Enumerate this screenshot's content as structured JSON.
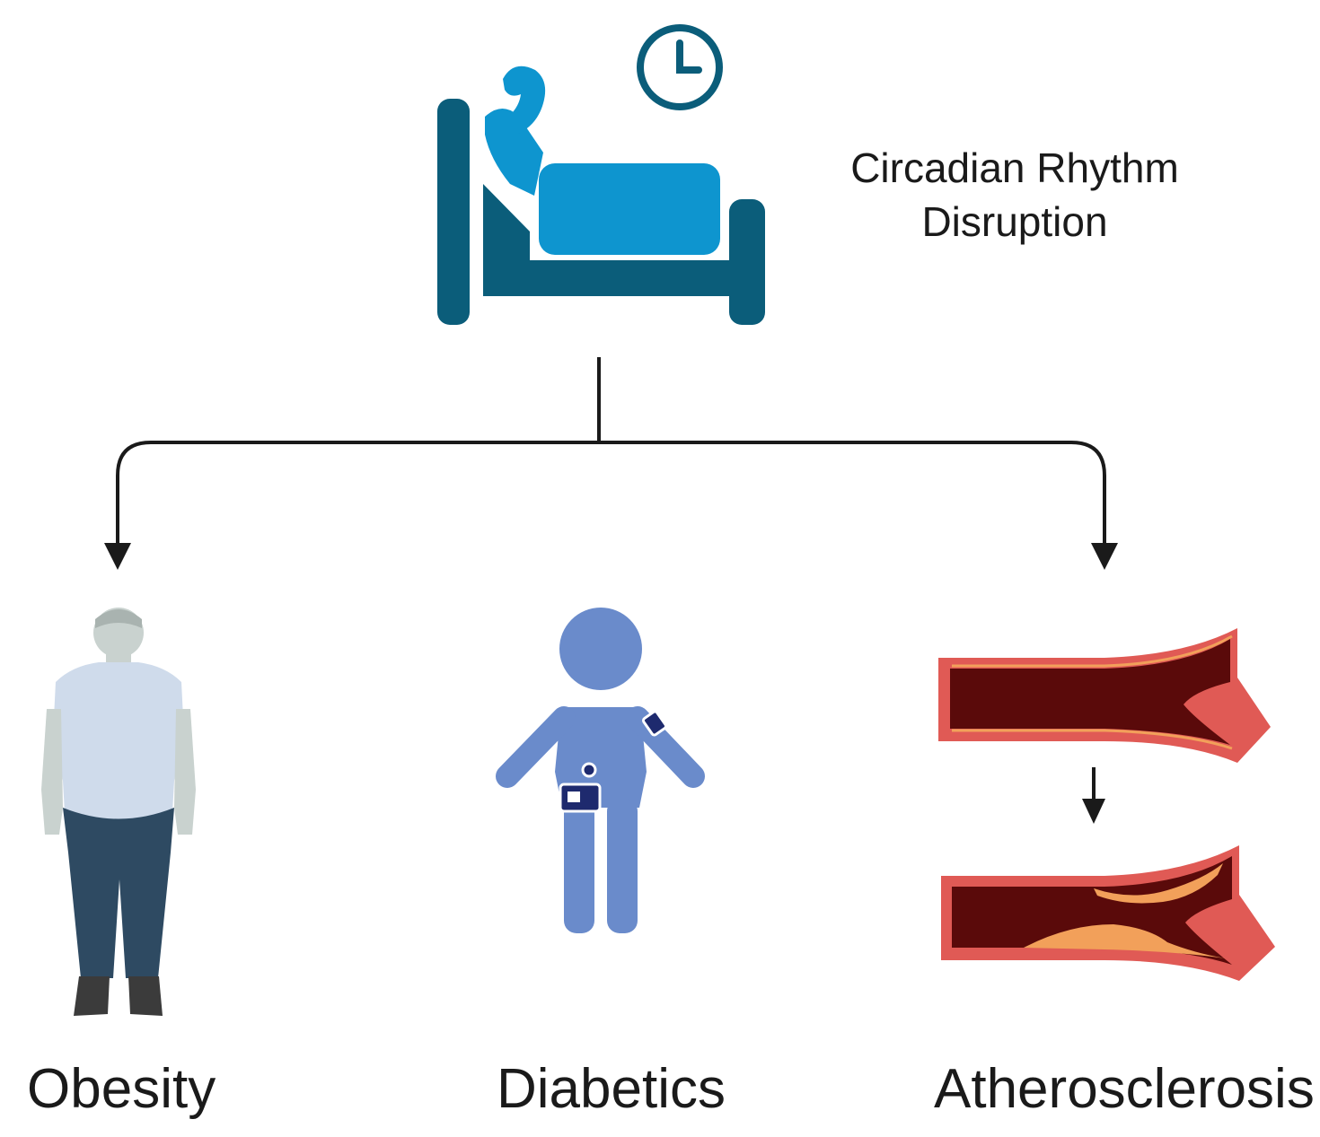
{
  "title": {
    "line1": "Circadian Rhythm",
    "line2": "Disruption"
  },
  "outcomes": {
    "obesity": "Obesity",
    "diabetics": "Diabetics",
    "atherosclerosis": "Atherosclerosis"
  },
  "icons": {
    "bed": "sleepless-person-in-bed-icon",
    "clock": "clock-icon",
    "obesity": "obese-person-icon",
    "diabetics": "person-with-insulin-pump-icon",
    "vessel_healthy": "healthy-artery-icon",
    "vessel_plaque": "plaque-artery-icon"
  },
  "colors": {
    "bed_dark": "#0b5d7a",
    "bed_light": "#0e95cf",
    "diabetic_body": "#6a8bcb",
    "device": "#1e2a6e",
    "obese_shirt": "#cfdbeb",
    "obese_skin": "#c9d2cf",
    "obese_pants": "#2e4a62",
    "vessel_wall": "#e05a55",
    "vessel_lumen": "#5a0a0a",
    "plaque": "#f2a05a",
    "line": "#1a1a1a"
  }
}
